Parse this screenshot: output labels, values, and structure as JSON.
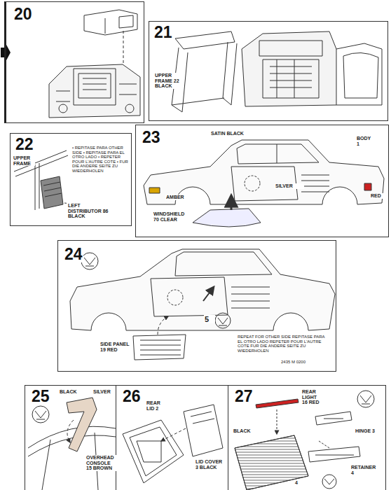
{
  "diagram": {
    "nodes": [
      {
        "text": [
          "20"
        ]
      },
      {
        "text": [
          "21"
        ]
      },
      {
        "text": [
          "22"
        ]
      },
      {
        "text": [
          "23"
        ]
      },
      {
        "text": [
          "24"
        ]
      },
      {
        "text": [
          "25"
        ]
      },
      {
        "text": [
          "26"
        ]
      },
      {
        "text": [
          "27"
        ]
      }
    ],
    "labels": [
      "UPPER FRAME 22 BLACK",
      "UPPER FRAME",
      "• REPITASE PARA OTHER SIDE • REPITASE PARA EL OTRO LADO • REPETER POUR L'AUTRE COTE • FUR DIE ANDERE SEITE ZU WIEDERHOLEN",
      "LEFT DISTRIBUTOR 86 BLACK",
      "SATIN BLACK",
      "BODY 1",
      "AMBER",
      "SILVER",
      "RED",
      "WINDSHIELD 70 CLEAR",
      "5",
      "SIDE PANEL 19 RED",
      "REPEAT FOR OTHER SIDE REPITASE PARA EL OTRO LADO REPETER POUR L'AUTRE COTE FUR DIE ANDERE SEITE ZU WIEDERHOLEN",
      "2435 M 0200",
      "BLACK",
      "SILVER",
      "OVERHEAD CONSOLE 15 BROWN",
      "REAR LID 2",
      "LID COVER 3 BLACK",
      "REAR LIGHT 16 RED",
      "BLACK",
      "HINGE 3",
      "RETAINER 4",
      "4"
    ]
  }
}
